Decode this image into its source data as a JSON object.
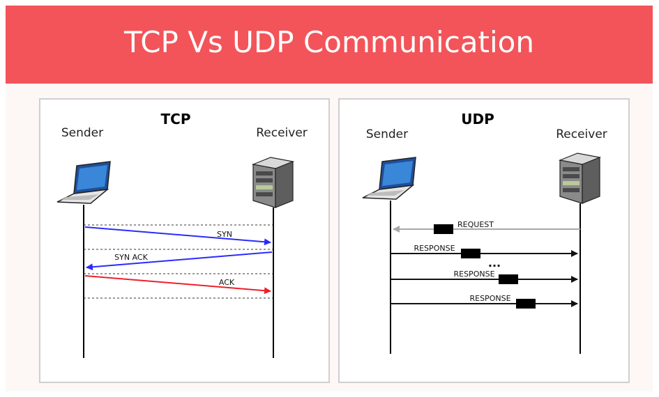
{
  "title": "TCP Vs UDP Communication",
  "colors": {
    "banner": "#f25459",
    "syn": "#2a2aff",
    "ack": "#ee1f2a",
    "request": "#a8a8a8",
    "response": "#111111"
  },
  "tcp": {
    "heading": "TCP",
    "sender": "Sender",
    "receiver": "Receiver",
    "messages": [
      "SYN",
      "SYN ACK",
      "ACK"
    ]
  },
  "udp": {
    "heading": "UDP",
    "sender": "Sender",
    "receiver": "Receiver",
    "request": "REQUEST",
    "responses": [
      "RESPONSE",
      "RESPONSE",
      "RESPONSE"
    ],
    "ellipsis": "..."
  }
}
